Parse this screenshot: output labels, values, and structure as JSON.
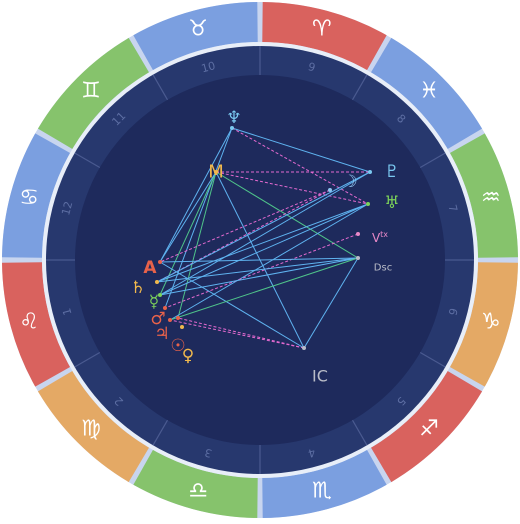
{
  "zodiac": [
    {
      "sign": "taurus",
      "glyph": "♉",
      "color": "#7b9fe0"
    },
    {
      "sign": "aries",
      "glyph": "♈",
      "color": "#d9625e"
    },
    {
      "sign": "pisces",
      "glyph": "♓",
      "color": "#7b9fe0"
    },
    {
      "sign": "aquarius",
      "glyph": "♒",
      "color": "#86c36c"
    },
    {
      "sign": "capricorn",
      "glyph": "♑",
      "color": "#e4a965"
    },
    {
      "sign": "sagittarius",
      "glyph": "♐",
      "color": "#d9625e"
    },
    {
      "sign": "scorpio",
      "glyph": "♏",
      "color": "#7b9fe0"
    },
    {
      "sign": "libra",
      "glyph": "♎",
      "color": "#86c36c"
    },
    {
      "sign": "virgo",
      "glyph": "♍",
      "color": "#e4a965"
    },
    {
      "sign": "leo",
      "glyph": "♌",
      "color": "#d9625e"
    },
    {
      "sign": "cancer",
      "glyph": "♋",
      "color": "#7b9fe0"
    },
    {
      "sign": "gemini",
      "glyph": "♊",
      "color": "#86c36c"
    }
  ],
  "houses": [
    "1",
    "2",
    "3",
    "4",
    "5",
    "6",
    "7",
    "8",
    "9",
    "10",
    "11",
    "12"
  ],
  "points": [
    {
      "id": "neptune",
      "glyph": "♆",
      "color": "#7ac8f0",
      "bold": false
    },
    {
      "id": "mc",
      "glyph": "M",
      "color": "#f0b84d",
      "bold": false
    },
    {
      "id": "moon",
      "glyph": "☽",
      "color": "#8fc4ee",
      "bold": false
    },
    {
      "id": "pluto",
      "glyph": "♇",
      "color": "#7ac8f0",
      "bold": false
    },
    {
      "id": "uranus",
      "glyph": "♅",
      "color": "#7cd25a",
      "bold": false
    },
    {
      "id": "vertex",
      "glyph": "Vtx",
      "color": "#e889c8",
      "bold": false
    },
    {
      "id": "dsc",
      "glyph": "Dsc",
      "color": "#b9bcc8",
      "bold": false
    },
    {
      "id": "asc",
      "glyph": "A",
      "color": "#e8624a",
      "bold": true
    },
    {
      "id": "saturn",
      "glyph": "♄",
      "color": "#f0b84d",
      "bold": false
    },
    {
      "id": "mercury",
      "glyph": "☿",
      "color": "#7cd25a",
      "bold": false
    },
    {
      "id": "mars",
      "glyph": "♂",
      "color": "#e8624a",
      "bold": false
    },
    {
      "id": "jupiter",
      "glyph": "♃",
      "color": "#e8624a",
      "bold": false
    },
    {
      "id": "sun",
      "glyph": "☉",
      "color": "#e8624a",
      "bold": false
    },
    {
      "id": "venus",
      "glyph": "♀",
      "color": "#f0b84d",
      "bold": false
    },
    {
      "id": "ic",
      "glyph": "IC",
      "color": "#b9bcc8",
      "bold": false
    }
  ],
  "aspects": [
    {
      "a": "neptune",
      "b": "asc",
      "color": "#5fb3f0",
      "style": "solid"
    },
    {
      "a": "neptune",
      "b": "pluto",
      "color": "#5fb3f0",
      "style": "solid"
    },
    {
      "a": "neptune",
      "b": "uranus",
      "color": "#e36ad0",
      "style": "dashed"
    },
    {
      "a": "neptune",
      "b": "mars",
      "color": "#5fb3f0",
      "style": "solid"
    },
    {
      "a": "mc",
      "b": "ic",
      "color": "#5fb3f0",
      "style": "solid"
    },
    {
      "a": "mc",
      "b": "pluto",
      "color": "#e36ad0",
      "style": "dashed"
    },
    {
      "a": "mc",
      "b": "uranus",
      "color": "#e36ad0",
      "style": "dashed"
    },
    {
      "a": "mc",
      "b": "dsc",
      "color": "#4fc48a",
      "style": "solid"
    },
    {
      "a": "mc",
      "b": "mercury",
      "color": "#4fc48a",
      "style": "solid"
    },
    {
      "a": "mc",
      "b": "asc",
      "color": "#5fb3f0",
      "style": "solid"
    },
    {
      "a": "mc",
      "b": "sun",
      "color": "#4fc48a",
      "style": "solid"
    },
    {
      "a": "moon",
      "b": "asc",
      "color": "#e36ad0",
      "style": "dashed"
    },
    {
      "a": "moon",
      "b": "saturn",
      "color": "#e36ad0",
      "style": "dashed"
    },
    {
      "a": "uranus",
      "b": "mercury",
      "color": "#5fb3f0",
      "style": "solid"
    },
    {
      "a": "uranus",
      "b": "jupiter",
      "color": "#5fb3f0",
      "style": "solid"
    },
    {
      "a": "pluto",
      "b": "saturn",
      "color": "#5fb3f0",
      "style": "solid"
    },
    {
      "a": "vertex",
      "b": "mars",
      "color": "#e36ad0",
      "style": "dashed"
    },
    {
      "a": "dsc",
      "b": "asc",
      "color": "#5fb3f0",
      "style": "solid"
    },
    {
      "a": "dsc",
      "b": "ic",
      "color": "#5fb3f0",
      "style": "solid"
    },
    {
      "a": "dsc",
      "b": "saturn",
      "color": "#5fb3f0",
      "style": "solid"
    },
    {
      "a": "dsc",
      "b": "mercury",
      "color": "#5fb3f0",
      "style": "solid"
    },
    {
      "a": "asc",
      "b": "ic",
      "color": "#5fb3f0",
      "style": "solid"
    },
    {
      "a": "ic",
      "b": "sun",
      "color": "#e36ad0",
      "style": "dashed"
    },
    {
      "a": "ic",
      "b": "jupiter",
      "color": "#e36ad0",
      "style": "dashed"
    },
    {
      "a": "saturn",
      "b": "uranus",
      "color": "#5fb3f0",
      "style": "solid"
    },
    {
      "a": "mercury",
      "b": "pluto",
      "color": "#5fb3f0",
      "style": "solid"
    },
    {
      "a": "jupiter",
      "b": "dsc",
      "color": "#4fc48a",
      "style": "solid"
    }
  ],
  "colors": {
    "outer_ring_bg": "#c8d5ef",
    "house_ring": "#27386e",
    "inner_disc": "#1e2a5c",
    "house_lines": "#4a5a90",
    "house_numbers": "#5d6ea3"
  }
}
